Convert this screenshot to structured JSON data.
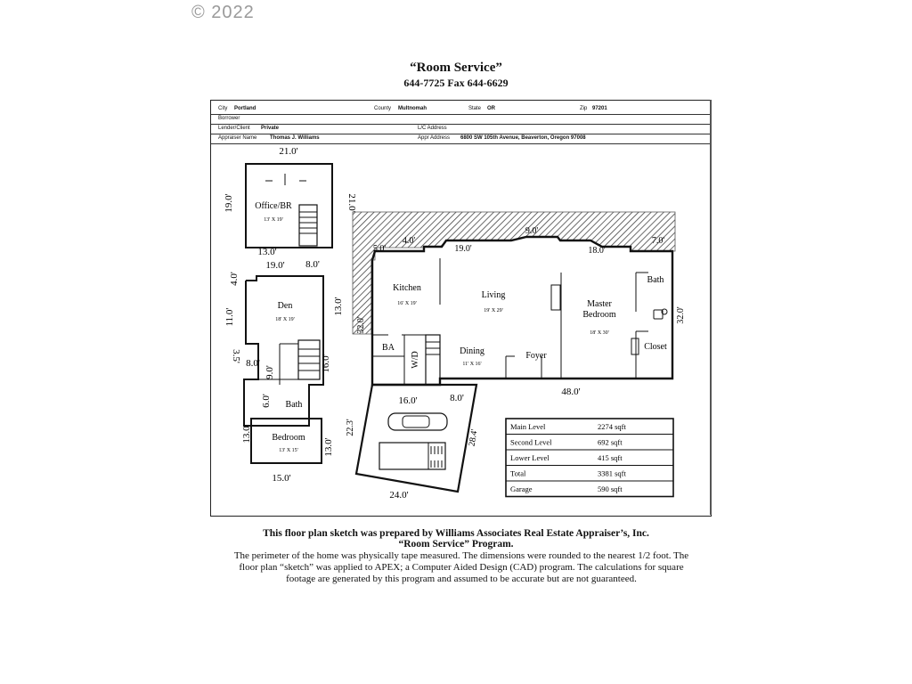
{
  "copyright": "© 2022",
  "header": {
    "title": "“Room Service”",
    "phone": "644-7725 Fax 644-6629"
  },
  "form": {
    "city_label": "City",
    "city_value": "Portland",
    "county_label": "County",
    "county_value": "Multnomah",
    "state_label": "State",
    "state_value": "OR",
    "zip_label": "Zip",
    "zip_value": "97201",
    "borrower_label": "Borrower",
    "lender_label": "Lender/Client",
    "lender_value": "Private",
    "lc_address_label": "L/C Address",
    "appraiser_label": "Appraiser Name",
    "appraiser_value": "Thomas J. Williams",
    "appr_address_label": "Appr Address",
    "appr_address_value": "6800 SW 105th Avenue, Beaverton, Oregon 97008"
  },
  "rooms": {
    "office": "Office/BR",
    "office_size": "13' X 19'",
    "den": "Den",
    "den_size": "18' X 19'",
    "bath_lower": "Bath",
    "bedroom": "Bedroom",
    "bedroom_size": "13' X 15'",
    "kitchen": "Kitchen",
    "kitchen_size": "16' X 19'",
    "living": "Living",
    "living_size": "19' X 29'",
    "master1": "Master",
    "master2": "Bedroom",
    "master_size": "18' X 30'",
    "bath_master": "Bath",
    "closet": "Closet",
    "ba": "BA",
    "wd": "W/D",
    "dining": "Dining",
    "dining_size": "11' X 16'",
    "foyer": "Foyer"
  },
  "dimensions": {
    "office_top": "21.0'",
    "office_left": "19.0'",
    "office_right": "21.0'",
    "office_bottom": "13.0'",
    "den_top_a": "19.0'",
    "den_top_b": "8.0'",
    "den_left_a": "4.0'",
    "den_left_b": "11.0'",
    "den_left_c": "3.5'",
    "den_right": "13.0'",
    "stair_mid": "16.0'",
    "notch_a": "8.0'",
    "notch_b": "9.0'",
    "notch_c": "6.0'",
    "bed_left": "13.0'",
    "bed_right": "13.0'",
    "bed_bottom": "15.0'",
    "main_a": "5.0'",
    "main_b": "4.0'",
    "main_c": "19.0'",
    "main_d": "9.0'",
    "main_e": "18.0'",
    "main_f": "7.0'",
    "main_left": "32.0'",
    "main_right": "32.0'",
    "main_bottom": "48.0'",
    "garage_top": "16.0'",
    "garage_top_b": "8.0'",
    "garage_left": "22.3'",
    "garage_right": "28.4'",
    "garage_bottom": "24.0'"
  },
  "area_table": [
    {
      "label": "Main Level",
      "value": "2274 sqft"
    },
    {
      "label": "Second Level",
      "value": "692 sqft"
    },
    {
      "label": "Lower Level",
      "value": "415 sqft"
    },
    {
      "label": "Total",
      "value": "3381 sqft"
    },
    {
      "label": "Garage",
      "value": "590 sqft"
    }
  ],
  "footer": {
    "line1": "This floor plan sketch was prepared by Williams Associates Real Estate Appraiser’s, Inc.",
    "line2": "“Room Service” Program.",
    "line3": "The perimeter of the home was physically tape measured.  The dimensions were rounded to the nearest 1/2 foot.  The floor plan “sketch” was applied to APEX; a Computer Aided Design (CAD) program.  The calculations for square footage are generated by this program and assumed to be accurate but are not guaranteed."
  }
}
